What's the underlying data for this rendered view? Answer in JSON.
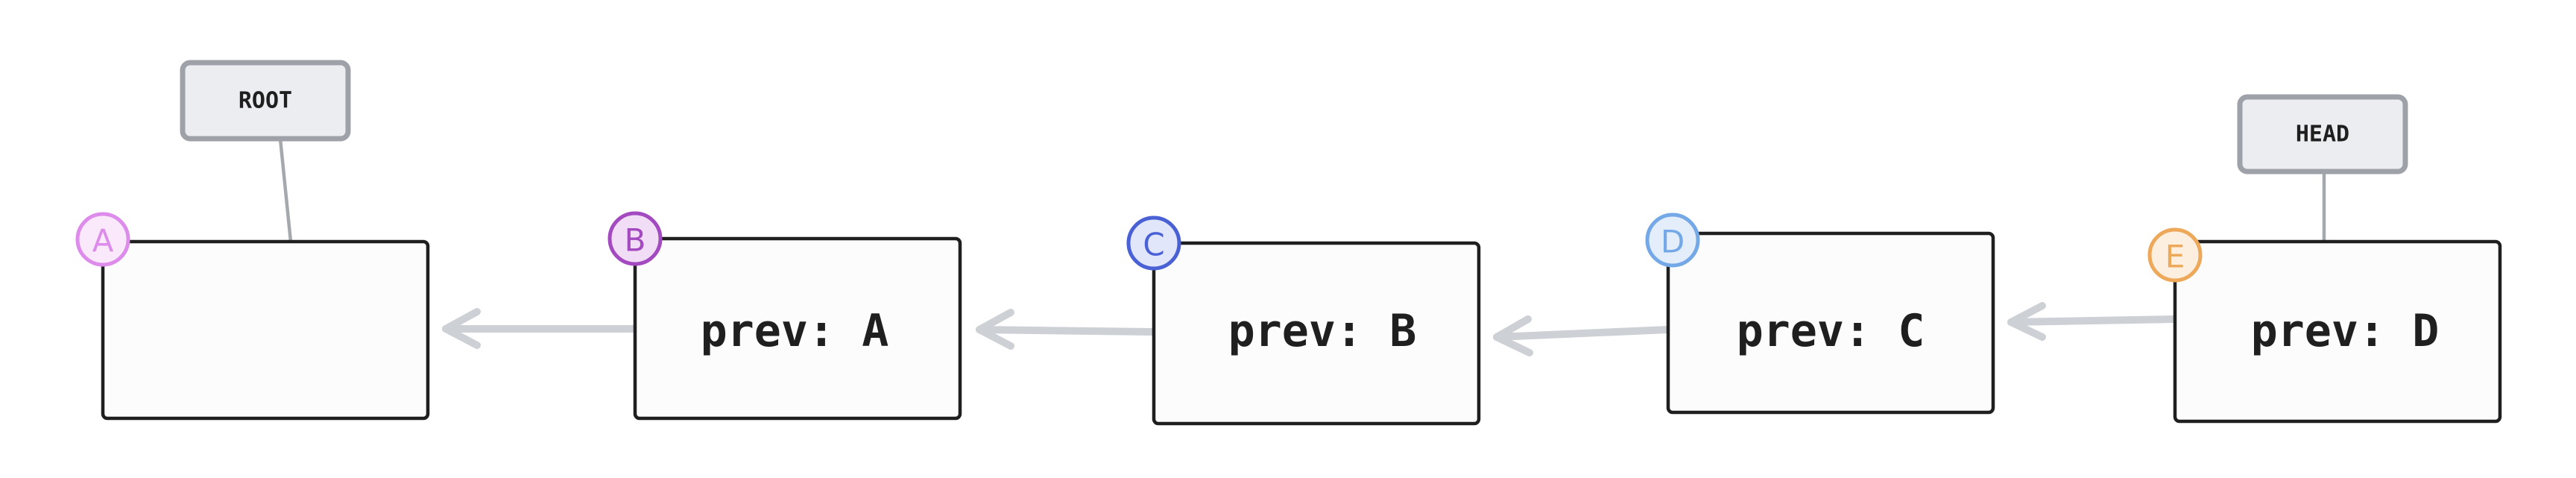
{
  "nodes": [
    {
      "badge": "A",
      "badge_color": "#dd8ceb",
      "badge_fill": "#f9e9fb",
      "text": ""
    },
    {
      "badge": "B",
      "badge_color": "#a44ac0",
      "badge_fill": "#f1ddf6",
      "text": "prev: A"
    },
    {
      "badge": "C",
      "badge_color": "#4a61d6",
      "badge_fill": "#e1e6fb",
      "text": "prev: B"
    },
    {
      "badge": "D",
      "badge_color": "#74a8e6",
      "badge_fill": "#e4eefb",
      "text": "prev: C"
    },
    {
      "badge": "E",
      "badge_color": "#eea85a",
      "badge_fill": "#fcefdf",
      "text": "prev: D"
    }
  ],
  "tags": [
    {
      "label": "ROOT",
      "target": "A"
    },
    {
      "label": "HEAD",
      "target": "E"
    }
  ],
  "edges": [
    {
      "from": "B",
      "to": "A"
    },
    {
      "from": "C",
      "to": "B"
    },
    {
      "from": "D",
      "to": "C"
    },
    {
      "from": "E",
      "to": "D"
    }
  ]
}
